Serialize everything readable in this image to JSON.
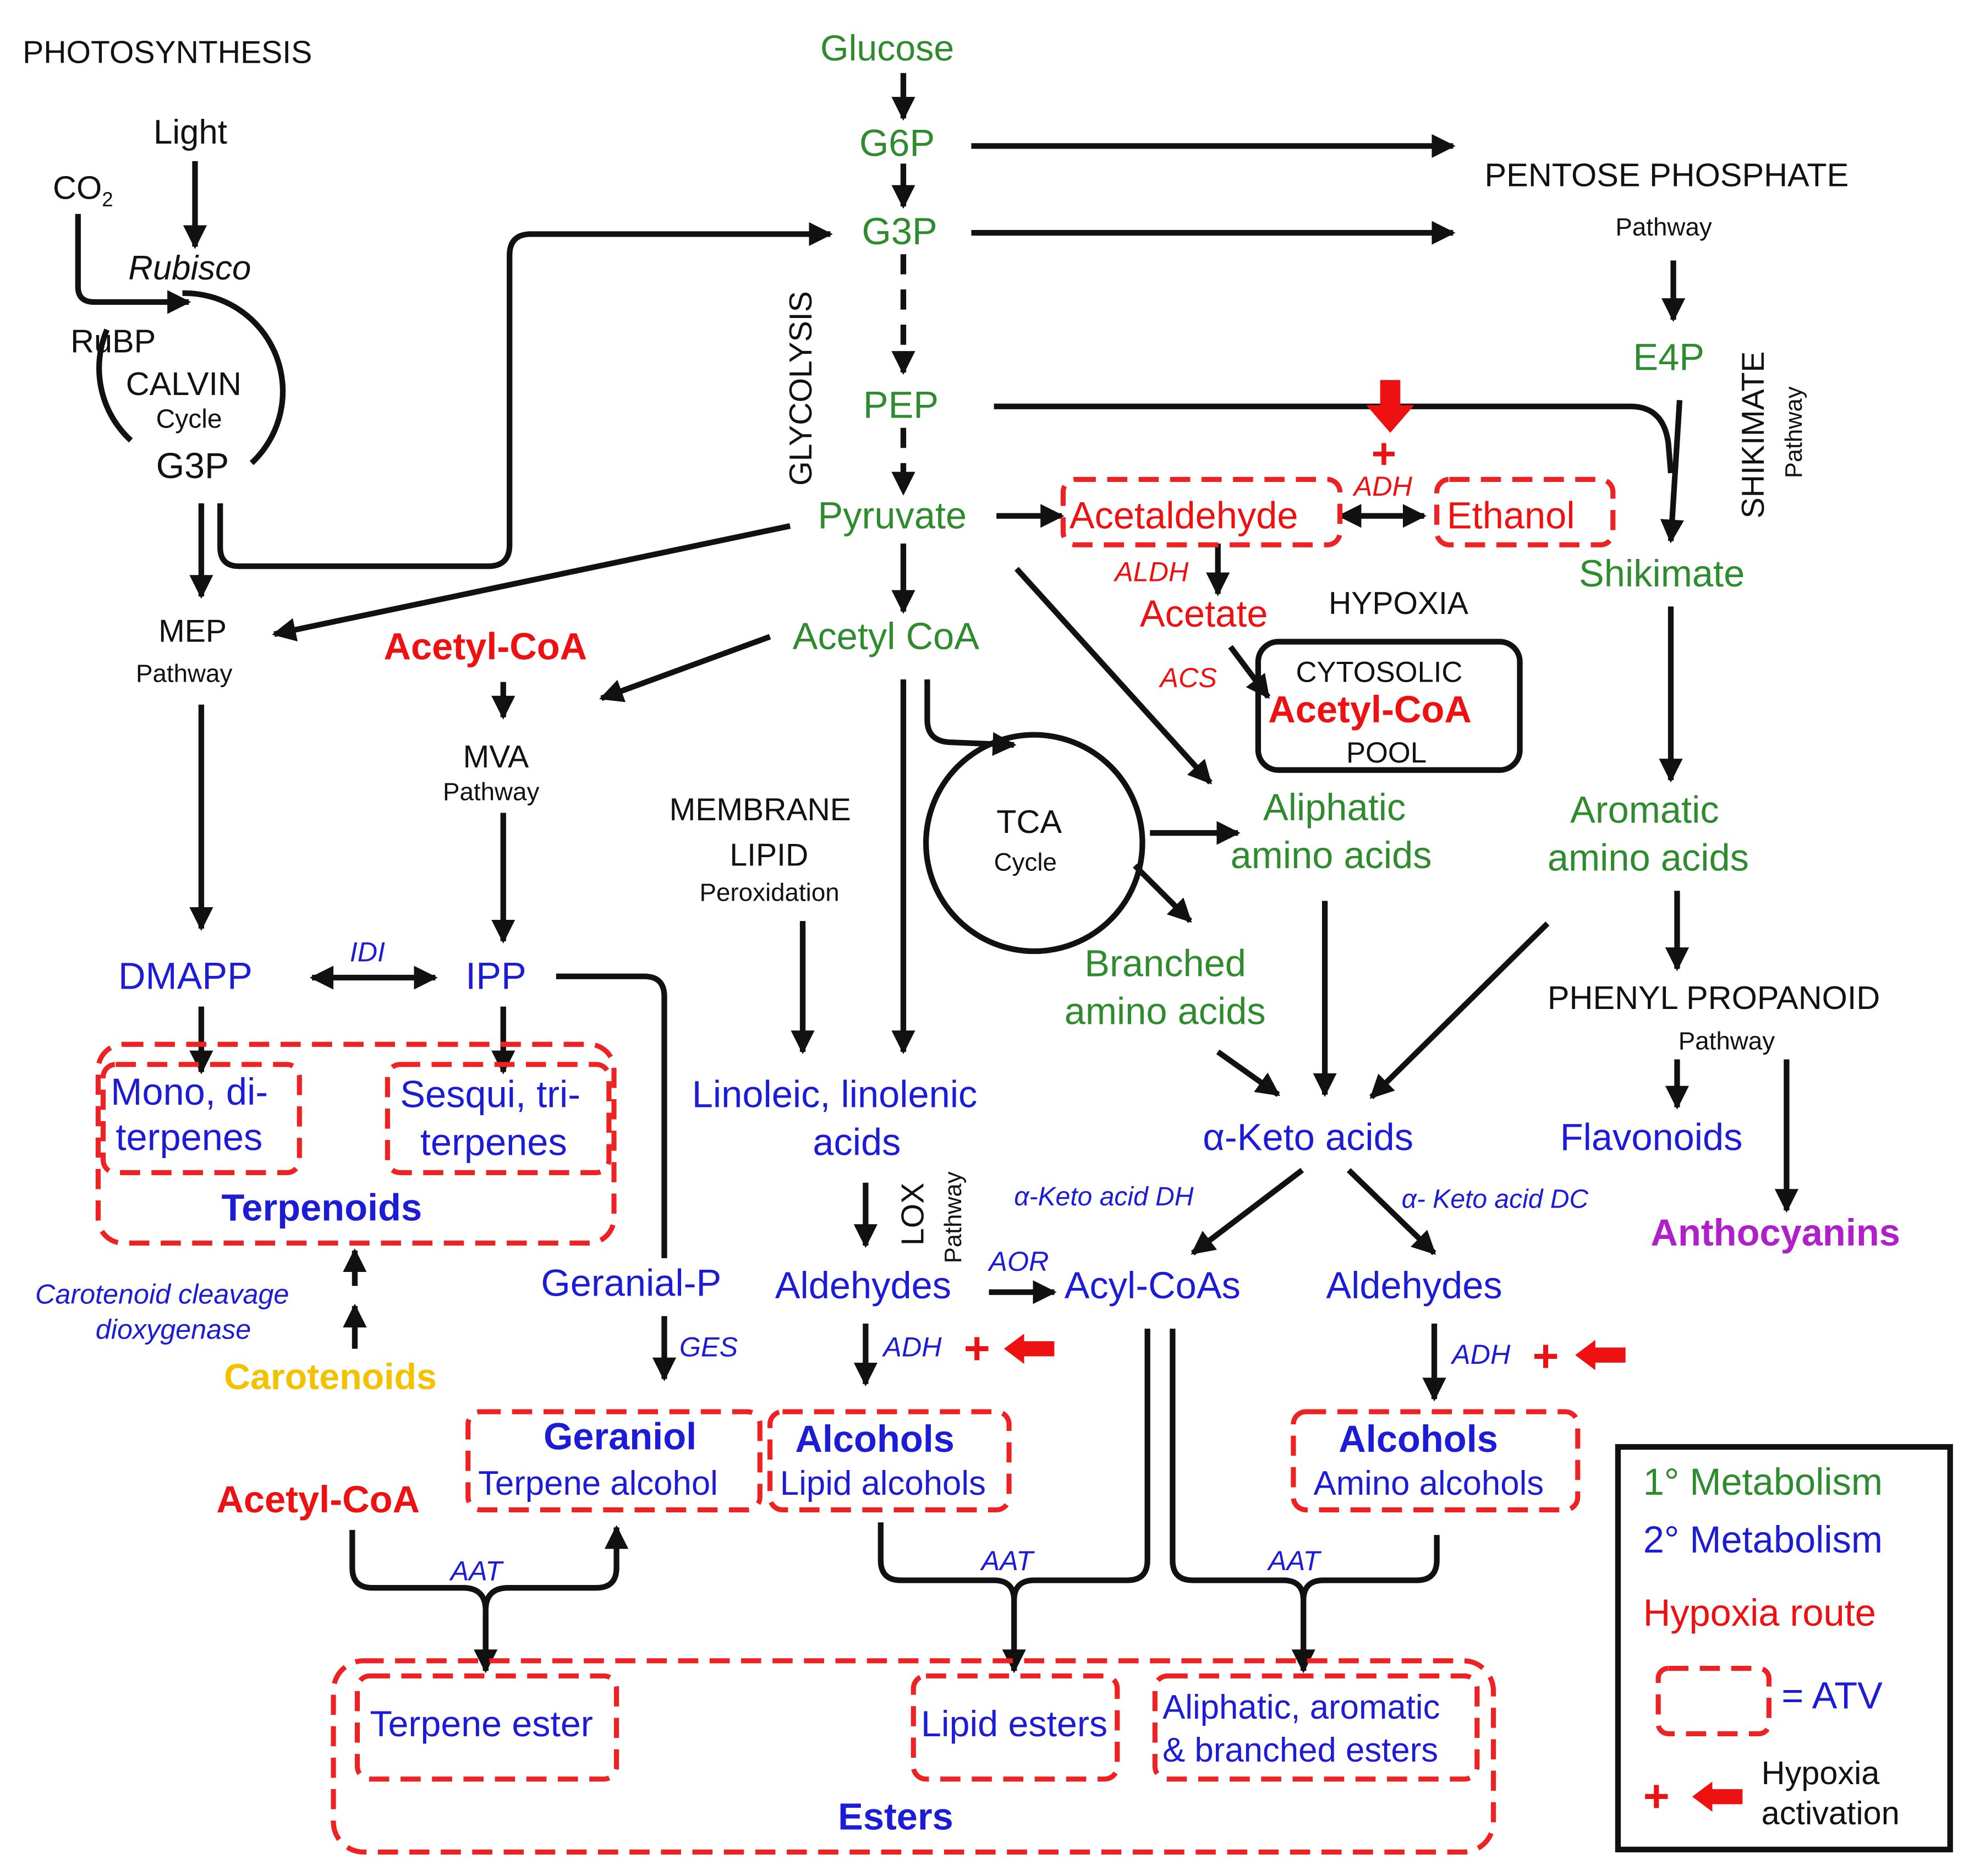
{
  "colors": {
    "primary": "#2e8b2e",
    "secondary": "#1c1cd6",
    "hypoxia": "#ee1111",
    "carotenoids": "#f2c200",
    "anthocyanins": "#b020c8"
  },
  "photosynthesis": {
    "title": "PHOTOSYNTHESIS",
    "light": "Light",
    "co2": "CO",
    "co2_sub": "2",
    "rubisco": "Rubisco",
    "rubp": "RuBP",
    "calvin": "CALVIN",
    "cycle": "Cycle",
    "g3p": "G3P",
    "mep": "MEP",
    "mep_pathway": "Pathway"
  },
  "glycolysis": {
    "label": "GLYCOLYSIS",
    "glucose": "Glucose",
    "g6p": "G6P",
    "g3p": "G3P",
    "pep": "PEP",
    "pyruvate": "Pyruvate",
    "acetyl_coa": "Acetyl CoA"
  },
  "pentose": {
    "title": "PENTOSE PHOSPHATE",
    "pathway": "Pathway",
    "e4p": "E4P",
    "shikimate_label": "SHIKIMATE",
    "shikimate_pathway": "Pathway",
    "shikimate": "Shikimate"
  },
  "hypoxia": {
    "acetaldehyde": "Acetaldehyde",
    "ethanol": "Ethanol",
    "adh": "ADH",
    "aldh": "ALDH",
    "acetate": "Acetate",
    "acs": "ACS",
    "hypoxia_label": "HYPOXIA",
    "pool_top": "CYTOSOLIC",
    "pool_mid": "Acetyl-CoA",
    "pool_bot": "POOL",
    "plus": "+"
  },
  "mva": {
    "acetyl_coa": "Acetyl-CoA",
    "mva": "MVA",
    "pathway": "Pathway"
  },
  "terpenes": {
    "dmapp": "DMAPP",
    "idi": "IDI",
    "ipp": "IPP",
    "mono_line1": "Mono, di-",
    "mono_line2": "terpenes",
    "sesqui_line1": "Sesqui, tri-",
    "sesqui_line2": "terpenes",
    "terpenoids": "Terpenoids",
    "ccd_line1": "Carotenoid cleavage",
    "ccd_line2": "dioxygenase",
    "carotenoids": "Carotenoids",
    "geranial_p": "Geranial-P",
    "ges": "GES",
    "geraniol": "Geraniol",
    "terpene_alcohol": "Terpene alcohol",
    "acetyl_coa": "Acetyl-CoA"
  },
  "lipid": {
    "membrane": "MEMBRANE",
    "lipid": "LIPID",
    "peroxidation": "Peroxidation",
    "linoleic_line1": "Linoleic, linolenic",
    "linoleic_line2": "acids",
    "lox": "LOX",
    "lox_pathway": "Pathway",
    "aldehydes": "Aldehydes",
    "aor": "AOR",
    "adh": "ADH",
    "alcohols": "Alcohols",
    "lipid_alcohols": "Lipid alcohols"
  },
  "amino": {
    "tca": "TCA",
    "tca_cycle": "Cycle",
    "aliphatic_line1": "Aliphatic",
    "aliphatic_line2": "amino acids",
    "branched_line1": "Branched",
    "branched_line2": "amino acids",
    "aromatic_line1": "Aromatic",
    "aromatic_line2": "amino acids",
    "keto_acids": "α-Keto acids",
    "keto_dh": "α-Keto acid DH",
    "keto_dc": "α- Keto acid DC",
    "acyl_coas": "Acyl-CoAs",
    "aldehydes": "Aldehydes",
    "adh": "ADH",
    "alcohols": "Alcohols",
    "amino_alcohols": "Amino alcohols"
  },
  "phenyl": {
    "title": "PHENYL  PROPANOID",
    "pathway": "Pathway",
    "flavonoids": "Flavonoids",
    "anthocyanins": "Anthocyanins"
  },
  "esters": {
    "aat": "AAT",
    "terpene_ester": "Terpene ester",
    "lipid_esters": "Lipid esters",
    "aliphatic_line1": "Aliphatic, aromatic",
    "aliphatic_line2": "& branched esters",
    "esters": "Esters"
  },
  "legend": {
    "primary": "1° Metabolism",
    "secondary": "2° Metabolism",
    "hypoxia_route": "Hypoxia route",
    "atv": "= ATV",
    "plus": "+",
    "activation_line1": "Hypoxia",
    "activation_line2": "activation"
  }
}
